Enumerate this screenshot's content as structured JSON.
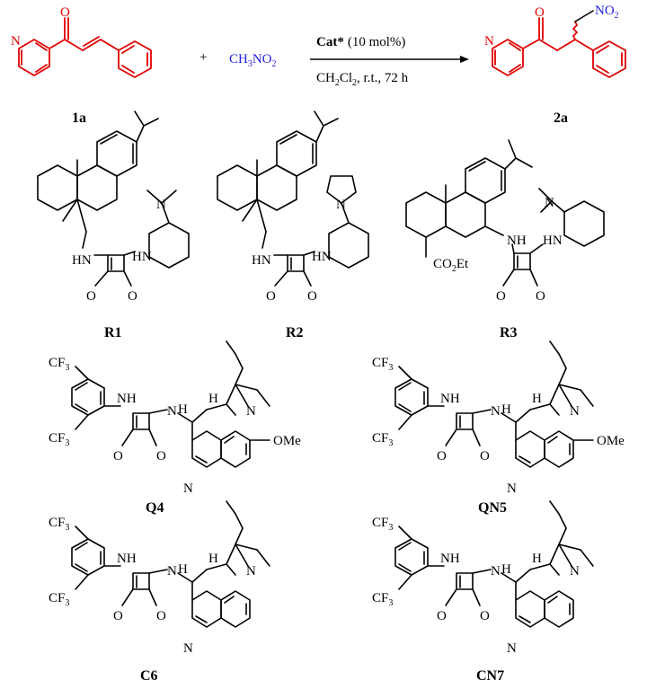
{
  "reaction": {
    "plus": "+",
    "reagent": "CH3NO2",
    "reagent_main": "CH",
    "reagent_sub1": "3",
    "reagent_rest": "NO",
    "reagent_sub2": "2",
    "catalyst_bold": "Cat*",
    "catalyst_loading": "(10 mol%)",
    "conditions_a": "CH",
    "conditions_sub1": "2",
    "conditions_b": "Cl",
    "conditions_sub2": "2",
    "conditions_c": ", r.t., 72 h",
    "substrate_label": "1a",
    "product_label": "2a",
    "substrate_atoms": {
      "N": "N",
      "O": "O"
    },
    "product_atoms": {
      "N": "N",
      "O": "O",
      "NO2_main": "NO",
      "NO2_sub": "2"
    }
  },
  "catalysts": [
    {
      "id": "R1",
      "label": "R1",
      "amine": "N",
      "nh1": "HN",
      "nh2": "HN",
      "o1": "O",
      "o2": "O"
    },
    {
      "id": "R2",
      "label": "R2",
      "amine": "N",
      "nh1": "HN",
      "nh2": "HN",
      "o1": "O",
      "o2": "O"
    },
    {
      "id": "R3",
      "label": "R3",
      "amine": "N",
      "nh1": "NH",
      "nh2": "HN",
      "o1": "O",
      "o2": "O",
      "ester_main": "CO",
      "ester_sub": "2",
      "ester_rest": "Et"
    },
    {
      "id": "Q4",
      "label": "Q4",
      "cf3a": "CF",
      "cf3b": "CF",
      "sub3": "3",
      "nh1": "NH",
      "nh2": "N",
      "h2": "H",
      "n_quin": "N",
      "n_bridge": "N",
      "o1": "O",
      "o2": "O",
      "ome": "OMe",
      "h": "H"
    },
    {
      "id": "QN5",
      "label": "QN5",
      "cf3a": "CF",
      "cf3b": "CF",
      "sub3": "3",
      "nh1": "NH",
      "nh2": "N",
      "h2": "H",
      "n_quin": "N",
      "n_bridge": "N",
      "o1": "O",
      "o2": "O",
      "ome": "OMe",
      "h": "H"
    },
    {
      "id": "C6",
      "label": "C6",
      "cf3a": "CF",
      "cf3b": "CF",
      "sub3": "3",
      "nh1": "NH",
      "nh2": "N",
      "h2": "H",
      "n_quin": "N",
      "n_bridge": "N",
      "o1": "O",
      "o2": "O",
      "h": "H"
    },
    {
      "id": "CN7",
      "label": "CN7",
      "cf3a": "CF",
      "cf3b": "CF",
      "sub3": "3",
      "nh1": "NH",
      "nh2": "N",
      "h2": "H",
      "n_quin": "N",
      "n_bridge": "N",
      "o1": "O",
      "o2": "O",
      "h": "H"
    }
  ],
  "colors": {
    "substrate": "#e00000",
    "reagent": "#1f1fdc",
    "default": "#000000"
  }
}
